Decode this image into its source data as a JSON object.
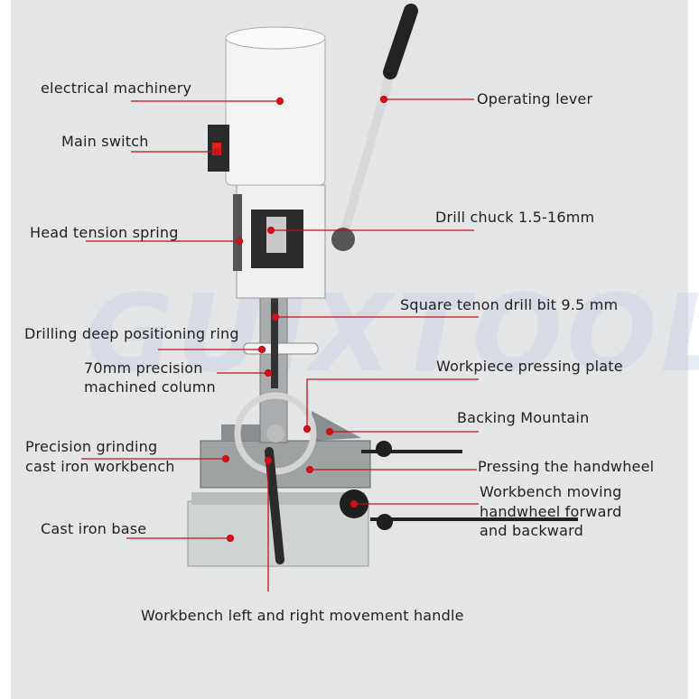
{
  "watermark": "GUIXTOOL",
  "labels": {
    "electrical_machinery": "electrical machinery",
    "main_switch": "Main switch",
    "head_tension_spring": "Head tension spring",
    "drilling_ring": "Drilling deep positioning ring",
    "column_1": "70mm precision",
    "column_2": "machined column",
    "workbench_1": "Precision grinding",
    "workbench_2": "cast iron workbench",
    "base": "Cast iron base",
    "lr_handle": "Workbench left and right movement handle",
    "operating_lever": "Operating lever",
    "drill_chuck": "Drill chuck 1.5-16mm",
    "drill_bit": "Square tenon drill bit 9.5 mm",
    "pressing_plate": "Workpiece pressing plate",
    "backing": "Backing Mountain",
    "pressing_handwheel": "Pressing the handwheel",
    "moving_1": "Workbench moving",
    "moving_2": "handwheel forward",
    "moving_3": "and backward"
  },
  "colors": {
    "leader": "#c0121a",
    "background": "#e4e5e6"
  }
}
